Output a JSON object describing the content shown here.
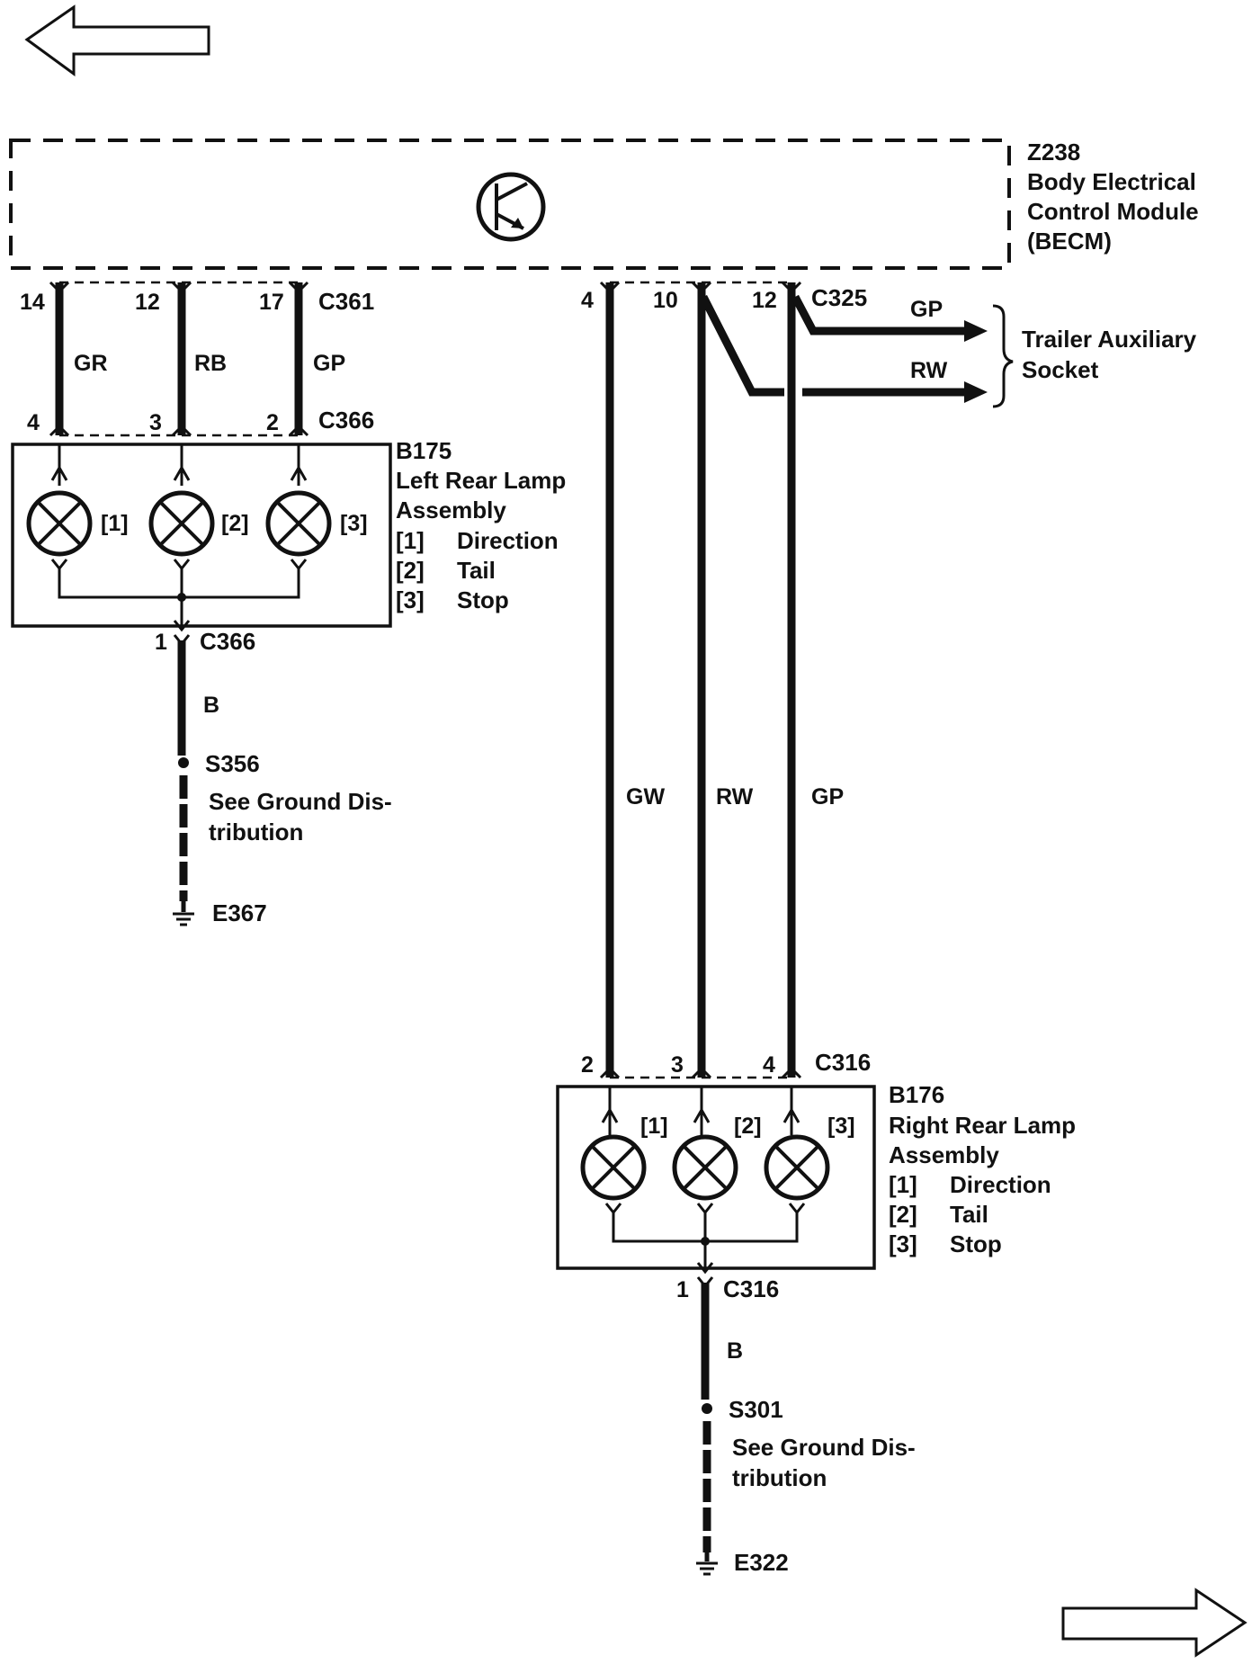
{
  "module": {
    "code": "Z238",
    "name_line1": "Body Electrical",
    "name_line2": "Control Module",
    "name_line3": "(BECM)"
  },
  "left": {
    "connector_top": "C361",
    "connector_bottom": "C366",
    "pins_top": [
      "14",
      "12",
      "17"
    ],
    "pins_bottom": [
      "4",
      "3",
      "2"
    ],
    "wires": [
      "GR",
      "RB",
      "GP"
    ],
    "lamp": {
      "code": "B175",
      "name_line1": "Left Rear Lamp",
      "name_line2": "Assembly",
      "bulbs": [
        "[1]",
        "[2]",
        "[3]"
      ],
      "legend": [
        {
          "idx": "[1]",
          "label": "Direction"
        },
        {
          "idx": "[2]",
          "label": "Tail"
        },
        {
          "idx": "[3]",
          "label": "Stop"
        }
      ]
    },
    "ground": {
      "pin": "1",
      "connector": "C366",
      "wire": "B",
      "splice": "S356",
      "note_line1": "See Ground Dis-",
      "note_line2": "tribution",
      "ground_code": "E367"
    }
  },
  "right": {
    "connector_top": "C325",
    "connector_bottom": "C316",
    "pins_top": [
      "4",
      "10",
      "12"
    ],
    "pins_bottom": [
      "2",
      "3",
      "4"
    ],
    "wires": [
      "GW",
      "RW",
      "GP"
    ],
    "trailer": {
      "wire1": "GP",
      "wire2": "RW",
      "label_line1": "Trailer Auxiliary",
      "label_line2": "Socket"
    },
    "lamp": {
      "code": "B176",
      "name_line1": "Right Rear Lamp",
      "name_line2": "Assembly",
      "bulbs": [
        "[1]",
        "[2]",
        "[3]"
      ],
      "legend": [
        {
          "idx": "[1]",
          "label": "Direction"
        },
        {
          "idx": "[2]",
          "label": "Tail"
        },
        {
          "idx": "[3]",
          "label": "Stop"
        }
      ]
    },
    "ground": {
      "pin": "1",
      "connector": "C316",
      "wire": "B",
      "splice": "S301",
      "note_line1": "See Ground Dis-",
      "note_line2": "tribution",
      "ground_code": "E322"
    }
  },
  "nav": {
    "prev_icon": "left-arrow-icon",
    "next_icon": "right-arrow-icon"
  }
}
